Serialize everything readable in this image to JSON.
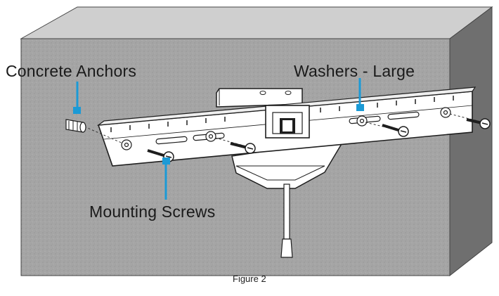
{
  "figure": {
    "caption": "Figure 2",
    "labels": {
      "concrete_anchors": "Concrete Anchors",
      "washers_large": "Washers - Large",
      "mounting_screws": "Mounting Screws"
    },
    "colors": {
      "wall_face": "#a5a5a5",
      "wall_top": "#cfcfcf",
      "wall_side": "#6f6f6f",
      "bracket": "#ffffff",
      "outline": "#1e1e1e",
      "callout": "#1b9ad6"
    }
  }
}
